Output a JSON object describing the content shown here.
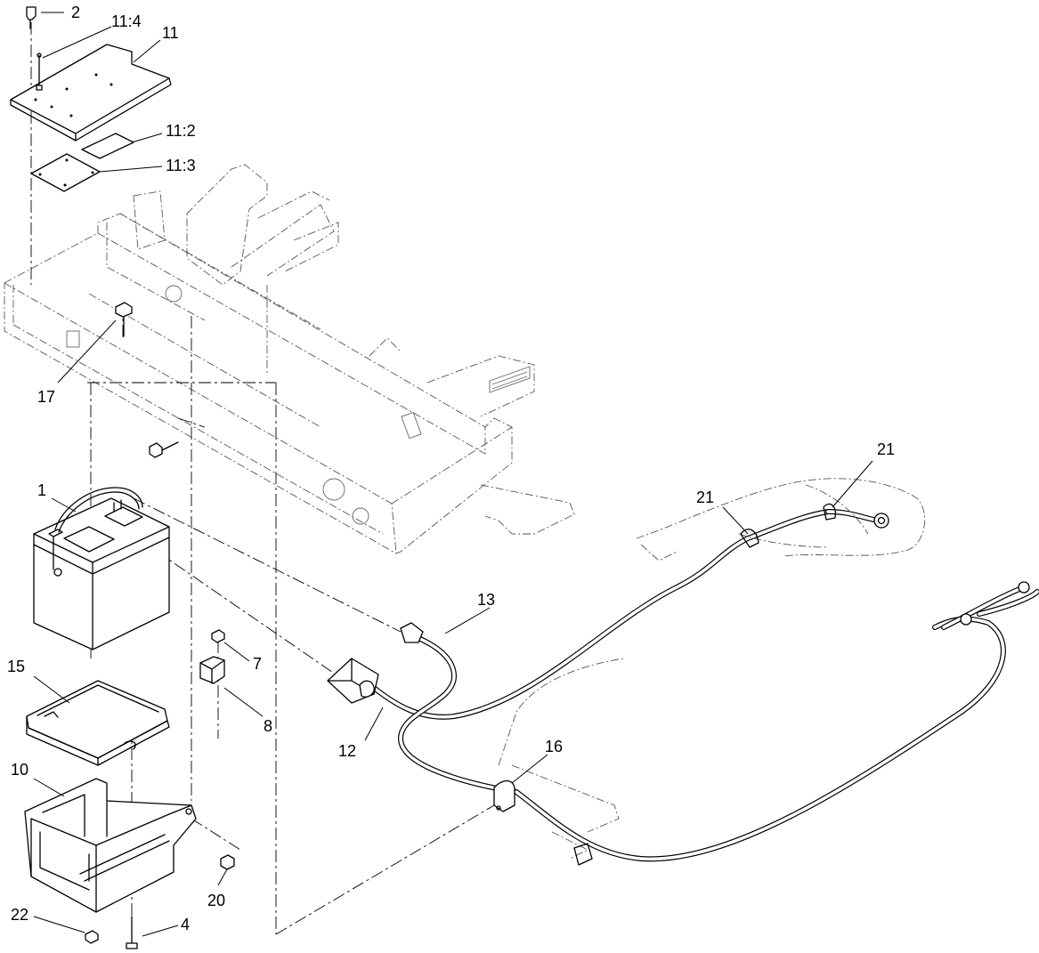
{
  "callouts": [
    {
      "id": "c2",
      "label": "2"
    },
    {
      "id": "c11_4",
      "label": "11:4"
    },
    {
      "id": "c11",
      "label": "11"
    },
    {
      "id": "c11_2",
      "label": "11:2"
    },
    {
      "id": "c11_3",
      "label": "11:3"
    },
    {
      "id": "c17",
      "label": "17"
    },
    {
      "id": "c1",
      "label": "1"
    },
    {
      "id": "c21a",
      "label": "21"
    },
    {
      "id": "c21b",
      "label": "21"
    },
    {
      "id": "c13",
      "label": "13"
    },
    {
      "id": "c7",
      "label": "7"
    },
    {
      "id": "c15",
      "label": "15"
    },
    {
      "id": "c8",
      "label": "8"
    },
    {
      "id": "c12",
      "label": "12"
    },
    {
      "id": "c16",
      "label": "16"
    },
    {
      "id": "c10",
      "label": "10"
    },
    {
      "id": "c20",
      "label": "20"
    },
    {
      "id": "c22",
      "label": "22"
    },
    {
      "id": "c4",
      "label": "4"
    }
  ]
}
